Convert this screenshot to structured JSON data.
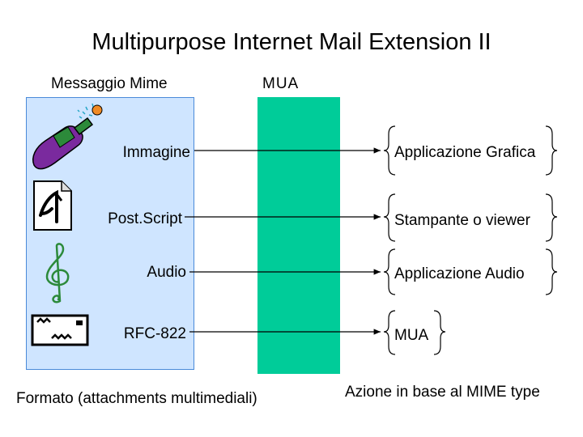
{
  "title": "Multipurpose Internet Mail Extension II",
  "headers": {
    "left": "Messaggio Mime",
    "middle": "MUA"
  },
  "rows": [
    {
      "type": "Immagine",
      "action": "Applicazione Grafica",
      "icon": "champagne-bottle-icon"
    },
    {
      "type": "Post.Script",
      "action": "Stampante o viewer",
      "icon": "postscript-document-icon"
    },
    {
      "type": "Audio",
      "action": "Applicazione Audio",
      "icon": "treble-clef-icon"
    },
    {
      "type": "RFC-822",
      "action": "MUA",
      "icon": "mail-envelope-icon"
    }
  ],
  "footer": {
    "left": "Formato (attachments multimediali)",
    "right": "Azione in base al MIME type"
  },
  "colors": {
    "message_panel": "#cfe5ff",
    "mua_panel": "#00cc99",
    "bottle": "#7a2a9e"
  }
}
